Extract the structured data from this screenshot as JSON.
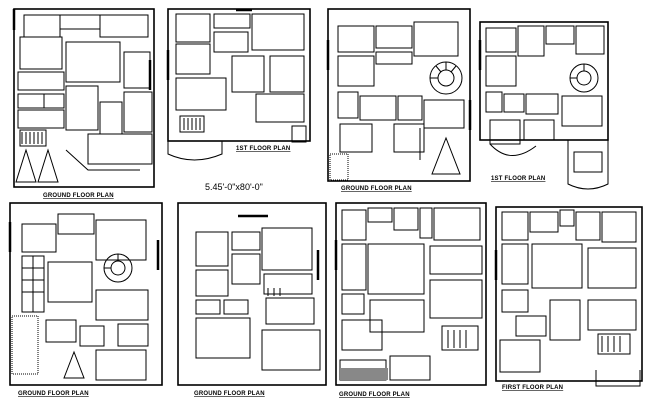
{
  "drawing": {
    "dimension_label": "5.45'-0\"x80'-0\"",
    "panels": [
      {
        "caption": "GROUND FLOOR PLAN"
      },
      {
        "caption": "1ST FLOOR PLAN"
      },
      {
        "caption": "GROUND FLOOR PLAN"
      },
      {
        "caption": "1ST FLOOR PLAN"
      },
      {
        "caption": "GROUND FLOOR PLAN"
      },
      {
        "caption": "GROUND FLOOR PLAN"
      },
      {
        "caption": "GROUND FLOOR PLAN"
      },
      {
        "caption": "FIRST FLOOR PLAN"
      }
    ]
  },
  "colors": {
    "line": "#000000",
    "background": "#ffffff"
  }
}
